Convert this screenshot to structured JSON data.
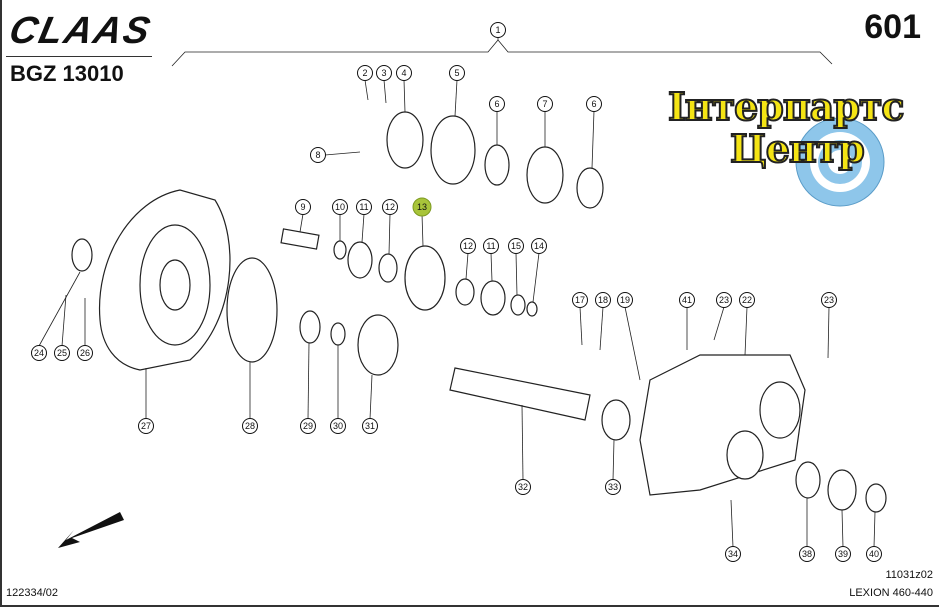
{
  "header": {
    "brand": "CLAAS",
    "group_code": "BGZ 13010",
    "page_number": "601"
  },
  "logo": {
    "line1": "Інтерпартс",
    "line2": "Центр"
  },
  "callouts": {
    "c1": "1",
    "c2": "2",
    "c3": "3",
    "c4": "4",
    "c5": "5",
    "c6a": "6",
    "c7": "7",
    "c6b": "6",
    "c8": "8",
    "c9": "9",
    "c10": "10",
    "c11a": "11",
    "c12a": "12",
    "c13": "13",
    "c12b": "12",
    "c11b": "11",
    "c15": "15",
    "c14": "14",
    "c17": "17",
    "c18": "18",
    "c19": "19",
    "c41": "41",
    "c23a": "23",
    "c22": "22",
    "c23b": "23",
    "c24": "24",
    "c25": "25",
    "c26": "26",
    "c27": "27",
    "c28": "28",
    "c29": "29",
    "c30": "30",
    "c31": "31",
    "c32": "32",
    "c33": "33",
    "c34": "34",
    "c38": "38",
    "c39": "39",
    "c40": "40"
  },
  "highlight_color": "#a8c43a",
  "footer": {
    "drawing_ref": "122334/02",
    "figure_id": "11031z02",
    "model": "LEXION 460-440"
  }
}
